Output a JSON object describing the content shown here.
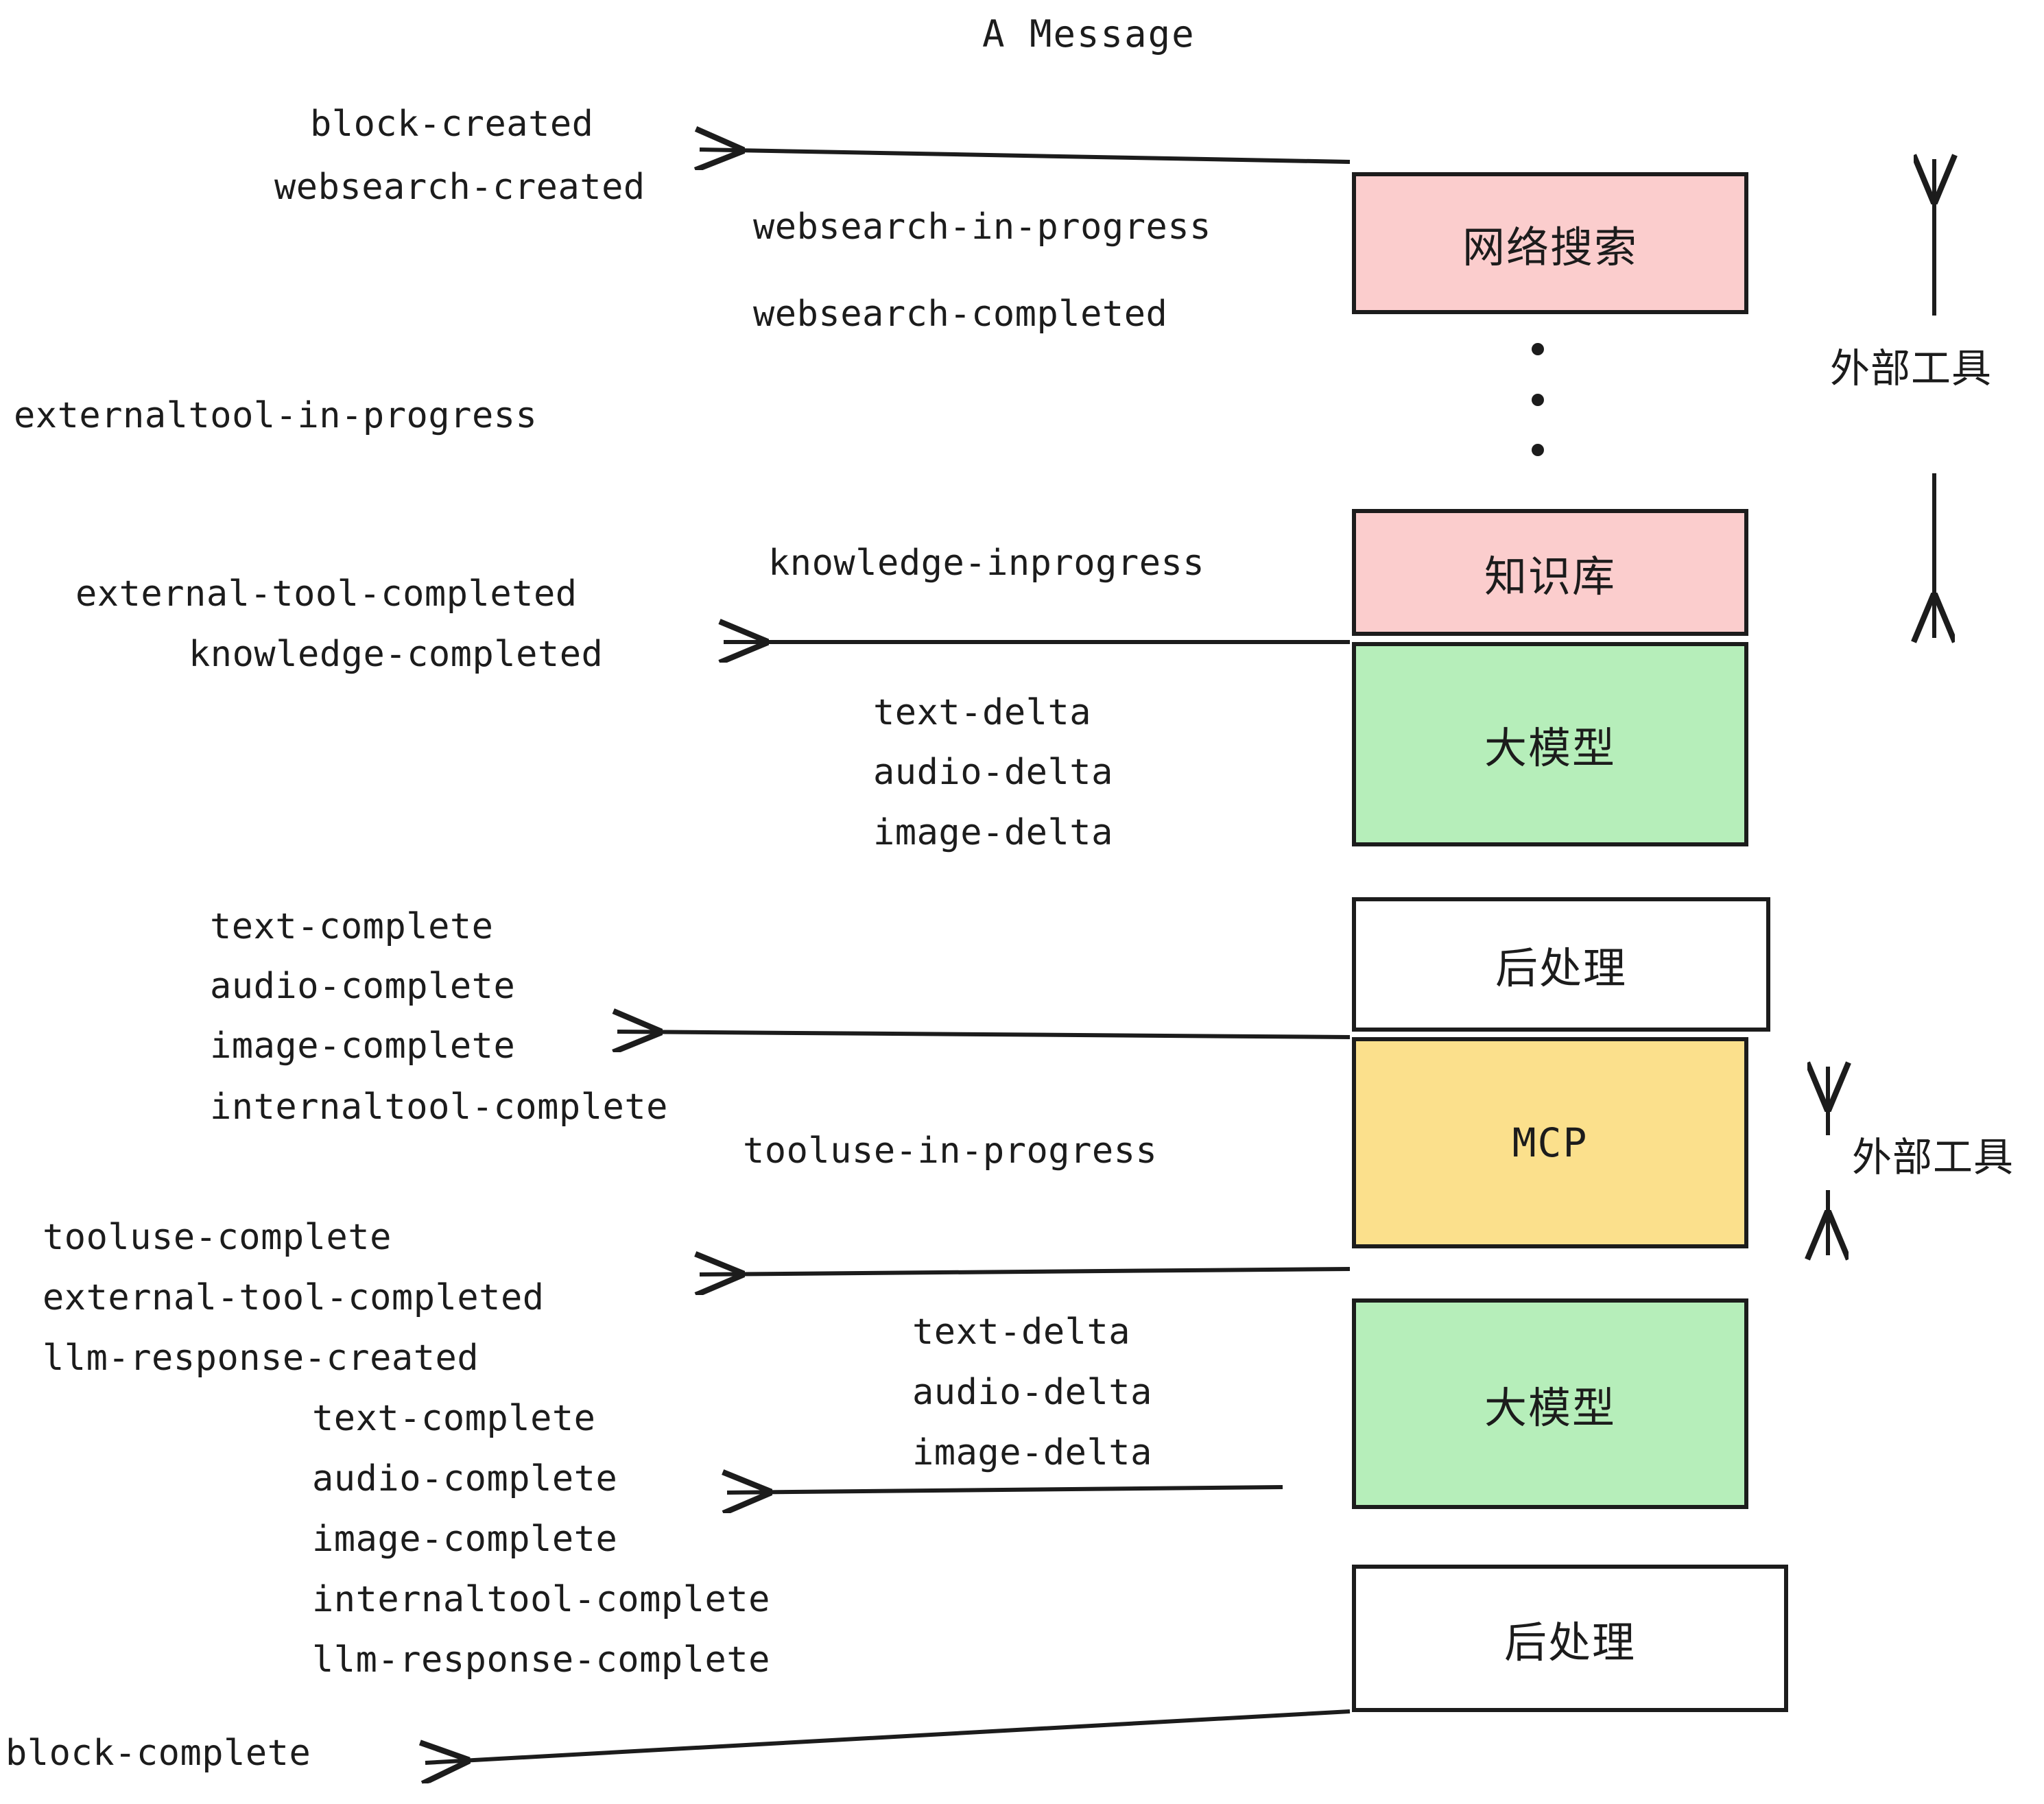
{
  "diagram": {
    "title": "A Message",
    "colors": {
      "pink": "#fbcdcd",
      "green": "#b6eeba",
      "yellow": "#fbe08c",
      "white": "#ffffff",
      "stroke": "#1c1c1c"
    },
    "nodes": [
      {
        "id": "websearch",
        "label": "网络搜索",
        "fill": "pink"
      },
      {
        "id": "knowledge",
        "label": "知识库",
        "fill": "pink"
      },
      {
        "id": "llm-1",
        "label": "大模型",
        "fill": "green"
      },
      {
        "id": "postproc-1",
        "label": "后处理",
        "fill": "white"
      },
      {
        "id": "mcp",
        "label": "MCP",
        "fill": "yellow"
      },
      {
        "id": "llm-2",
        "label": "大模型",
        "fill": "green"
      },
      {
        "id": "postproc-2",
        "label": "后处理",
        "fill": "white"
      }
    ],
    "side_labels": [
      {
        "id": "external-tool-top",
        "label": "外部工具"
      },
      {
        "id": "external-tool-bottom",
        "label": "外部工具"
      }
    ],
    "events": {
      "block_created": "block-created",
      "websearch_created": "websearch-created",
      "websearch_in_progress": "websearch-in-progress",
      "websearch_completed": "websearch-completed",
      "externaltool_in_progress": "externaltool-in-progress",
      "knowledge_inprogress": "knowledge-inprogress",
      "external_tool_completed_1": "external-tool-completed",
      "knowledge_completed": "knowledge-completed",
      "text_delta_1": "text-delta",
      "audio_delta_1": "audio-delta",
      "image_delta_1": "image-delta",
      "text_complete_1": "text-complete",
      "audio_complete_1": "audio-complete",
      "image_complete_1": "image-complete",
      "internaltool_complete_1": "internaltool-complete",
      "tooluse_in_progress": "tooluse-in-progress",
      "tooluse_complete": "tooluse-complete",
      "external_tool_completed_2": "external-tool-completed",
      "llm_response_created": "llm-response-created",
      "text_delta_2": "text-delta",
      "audio_delta_2": "audio-delta",
      "image_delta_2": "image-delta",
      "text_complete_2": "text-complete",
      "audio_complete_2": "audio-complete",
      "image_complete_2": "image-complete",
      "internaltool_complete_2": "internaltool-complete",
      "llm_response_complete": "llm-response-complete",
      "block_complete": "block-complete"
    }
  }
}
